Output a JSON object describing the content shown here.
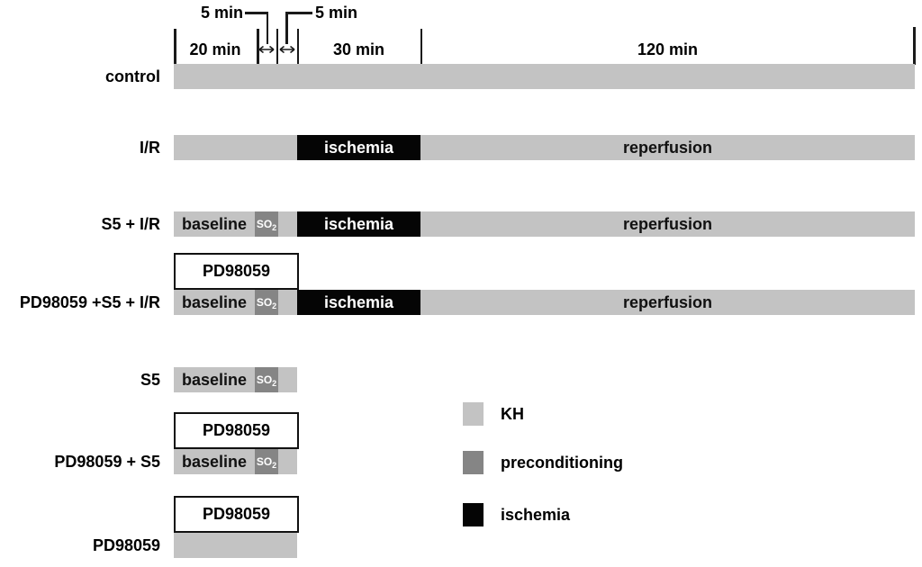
{
  "figure": {
    "description_labels": {
      "five_min_left": "5 min",
      "five_min_right": "5 min",
      "twenty_min": "20 min",
      "thirty_min": "30 min",
      "onetwenty_min": "120 min"
    }
  },
  "bar_texts": {
    "baseline": "baseline",
    "so2": {
      "base": "SO",
      "sub": "2"
    },
    "ischemia": "ischemia",
    "reperfusion": "reperfusion",
    "pd98059": "PD98059"
  },
  "rows": [
    {
      "label": "control"
    },
    {
      "label": "I/R"
    },
    {
      "label": "S5 + I/R"
    },
    {
      "label": "PD98059 +S5 + I/R"
    },
    {
      "label": "S5"
    },
    {
      "label": "PD98059 + S5"
    },
    {
      "label": "PD98059"
    }
  ],
  "legend": [
    {
      "label": "KH",
      "color": "#c3c3c3"
    },
    {
      "label": "preconditioning",
      "color": "#858585"
    },
    {
      "label": "ischemia",
      "color": "#050505"
    }
  ],
  "colors": {
    "kh": "#c3c3c3",
    "preconditioning": "#858585",
    "ischemia": "#050505",
    "background": "#ffffff",
    "text": "#000000"
  }
}
